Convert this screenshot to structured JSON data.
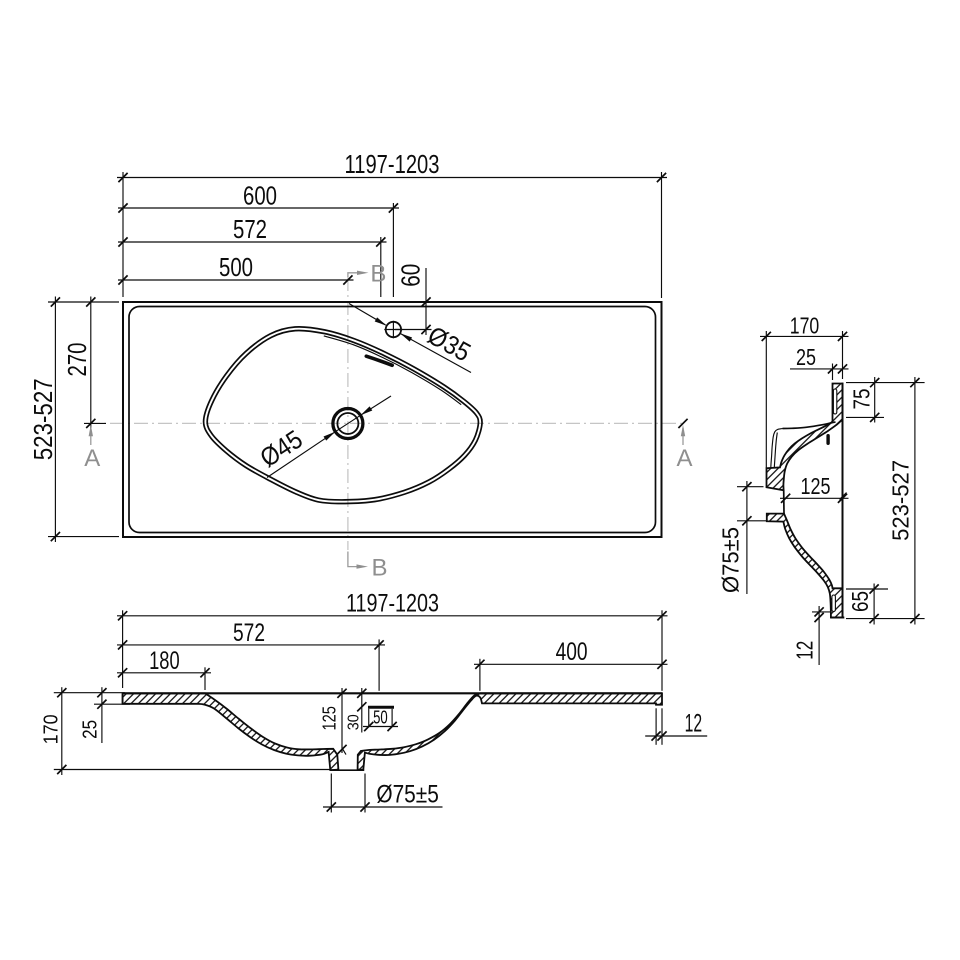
{
  "drawing": {
    "title": "washbasin technical dimension drawing",
    "views": [
      "plan view",
      "side section B-B",
      "front section A-A"
    ],
    "units": "mm",
    "line_color": "#0c0c0c",
    "centerline_color": "#c5c5c5",
    "section_marker_color": "#8f8f8f"
  },
  "plan": {
    "overall_width": "1197-1203",
    "tap_hole_pos": "600",
    "overflow_pos": "572",
    "drain_pos": "500",
    "overall_depth": "523-527",
    "drain_from_back": "270",
    "tap_hole_offset": "60",
    "tap_hole_dia": "Ø35",
    "drain_dia": "Ø45",
    "section_a": "A",
    "section_b": "B"
  },
  "side": {
    "height": "170",
    "rim_thickness": "25",
    "back_ledge": "75",
    "bowl_depth": "125",
    "overall_depth": "523-527",
    "outlet_dia": "Ø75±5",
    "front_ledge": "65",
    "edge_thickness": "12"
  },
  "front": {
    "overall_width": "1197-1203",
    "overflow_pos": "572",
    "bowl_to_left_edge": "180",
    "bowl_to_right_edge": "400",
    "height": "170",
    "rim_thickness": "25",
    "bowl_depth": "125",
    "bracket_offset": "30",
    "bracket_width": "50",
    "outlet_dia": "Ø75±5",
    "edge_thickness": "12"
  }
}
